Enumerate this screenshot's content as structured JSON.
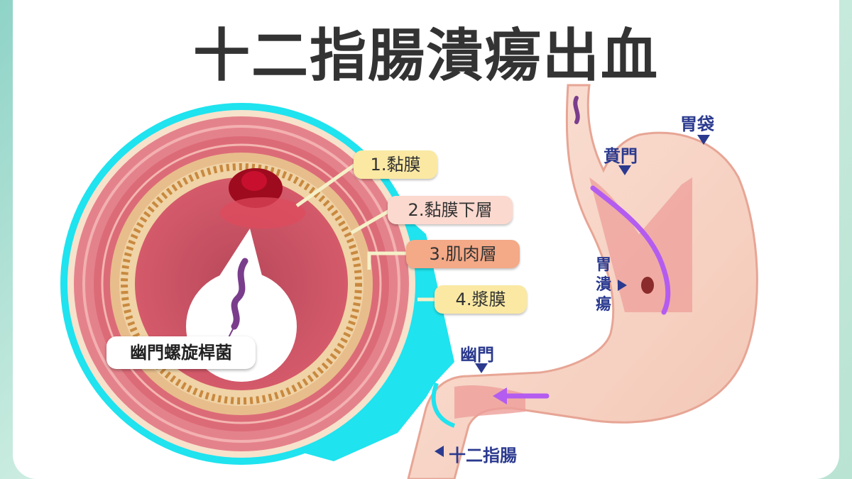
{
  "title": "十二指腸潰瘍出血",
  "layers": [
    {
      "label": "1.黏膜",
      "color": "#fbe9a3"
    },
    {
      "label": "2.黏膜下層",
      "color": "#fbd9cf"
    },
    {
      "label": "3.肌肉層",
      "color": "#f4a987"
    },
    {
      "label": "4.漿膜",
      "color": "#fbe9a3"
    }
  ],
  "bacteria_label": "幽門螺旋桿菌",
  "stomach_labels": {
    "fundus": "胃袋",
    "cardia": "賁門",
    "gastric_ulcer": [
      "胃",
      "潰",
      "瘍"
    ],
    "pylorus": "幽門",
    "duodenum": "十二指腸"
  },
  "colors": {
    "label_blue": "#2b3a8f",
    "highlight_cyan": "#1fe3ee",
    "ulcer_red": "#c8102e",
    "arrow_purple": "#b45cf0"
  }
}
